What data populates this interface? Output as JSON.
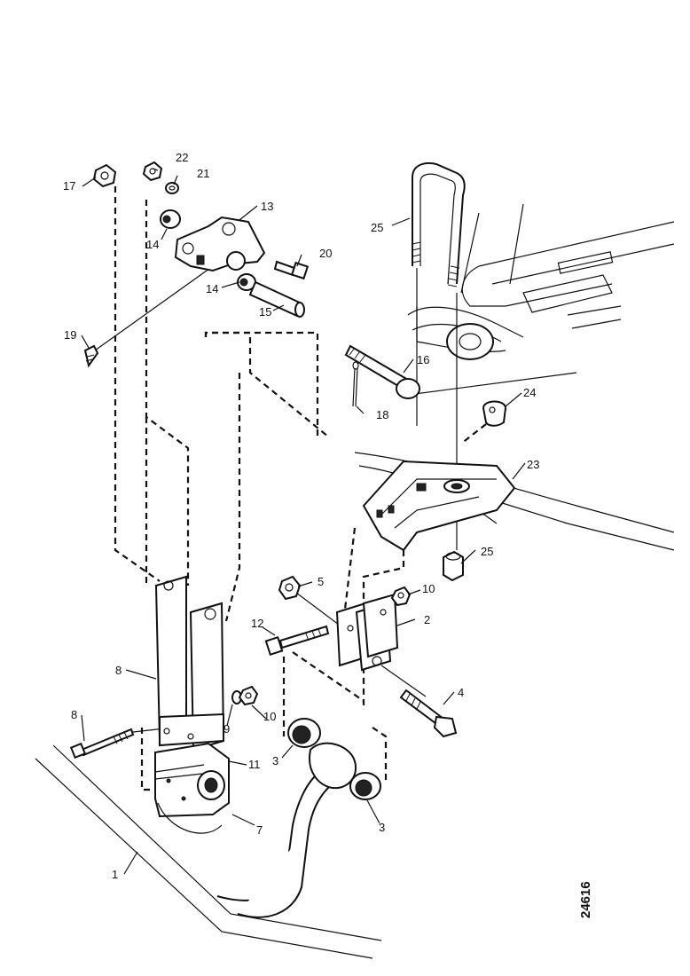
{
  "callouts": {
    "c1": "1",
    "c2": "2",
    "c3a": "3",
    "c3b": "3",
    "c4": "4",
    "c5": "5",
    "c7": "7",
    "c8a": "8",
    "c8b": "8",
    "c9": "9",
    "c10a": "10",
    "c10b": "10",
    "c11": "11",
    "c12": "12",
    "c13": "13",
    "c14a": "14",
    "c14b": "14",
    "c15": "15",
    "c16": "16",
    "c17": "17",
    "c18": "18",
    "c19": "19",
    "c20": "20",
    "c21": "21",
    "c22": "22",
    "c23": "23",
    "c24": "24",
    "c25a": "25",
    "c25b": "25"
  },
  "figure_number": "24616"
}
